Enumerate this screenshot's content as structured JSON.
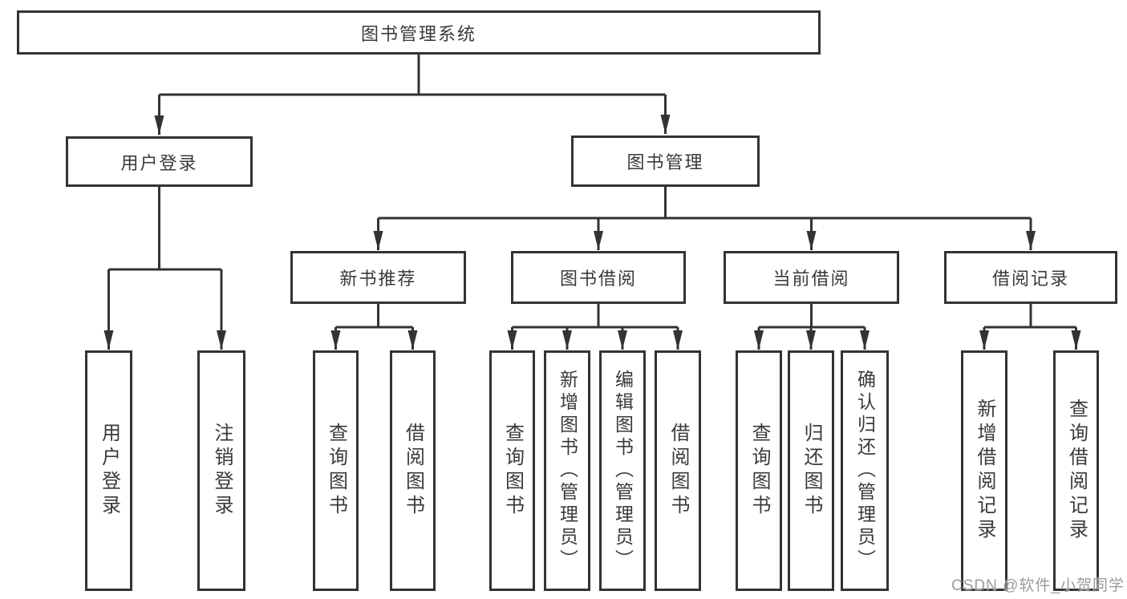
{
  "diagram": {
    "root": {
      "label": "图书管理系统",
      "children": [
        {
          "label": "用户登录",
          "children": [
            {
              "label": "用户登录"
            },
            {
              "label": "注销登录"
            }
          ]
        },
        {
          "label": "图书管理",
          "children": [
            {
              "label": "新书推荐",
              "children": [
                {
                  "label": "查询图书"
                },
                {
                  "label": "借阅图书"
                }
              ]
            },
            {
              "label": "图书借阅",
              "children": [
                {
                  "label": "查询图书"
                },
                {
                  "label": "新增图书（管理员）"
                },
                {
                  "label": "编辑图书（管理员）"
                },
                {
                  "label": "借阅图书"
                }
              ]
            },
            {
              "label": "当前借阅",
              "children": [
                {
                  "label": "查询图书"
                },
                {
                  "label": "归还图书"
                },
                {
                  "label": "确认归还（管理员）"
                }
              ]
            },
            {
              "label": "借阅记录",
              "children": [
                {
                  "label": "新增借阅记录"
                },
                {
                  "label": "查询借阅记录"
                }
              ]
            }
          ]
        }
      ]
    }
  },
  "watermark": {
    "text": "CSDN @软件_小贺同学",
    "color": "#9b9b9b"
  },
  "colors": {
    "line": "#333333",
    "box_border": "#333333",
    "text": "#3a3a3a",
    "background": "#ffffff"
  }
}
